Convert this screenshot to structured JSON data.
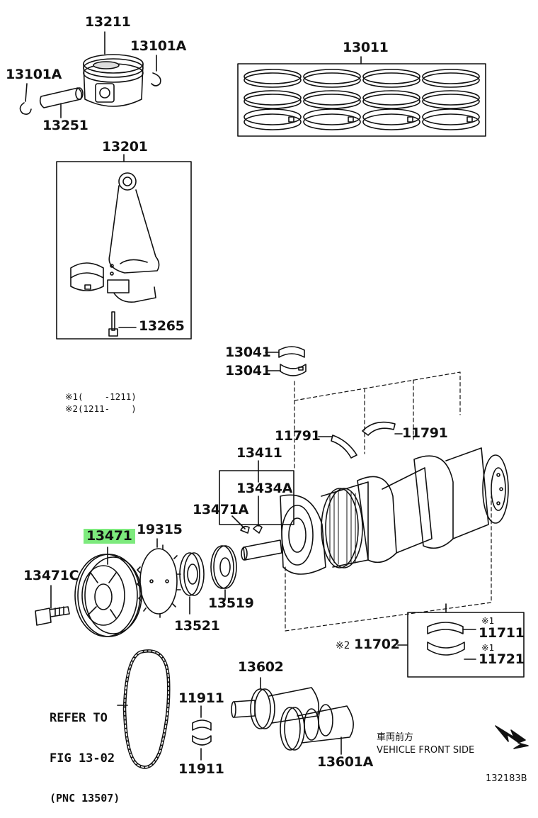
{
  "labels": {
    "p13211": "13211",
    "p13101A_right": "13101A",
    "p13101A_left": "13101A",
    "p13251": "13251",
    "p13011": "13011",
    "p13201": "13201",
    "p13265": "13265",
    "p13041_top": "13041",
    "p13041_bottom": "13041",
    "p11791_left": "11791",
    "p11791_right": "11791",
    "p13411": "13411",
    "p13434A": "13434A",
    "p13471A": "13471A",
    "p13471": "13471",
    "p19315": "19315",
    "p13471C": "13471C",
    "p13521": "13521",
    "p13519": "13519",
    "p11702": "11702",
    "p11711": "11711",
    "p11721": "11721",
    "p13602": "13602",
    "p11911_top": "11911",
    "p11911_bottom": "11911",
    "p13601A": "13601A"
  },
  "notes": {
    "note1": "※1(    -1211)",
    "note2": "※2(1211-    )",
    "mark_11702": "※2",
    "mark_11711": "※1",
    "mark_11721": "※1"
  },
  "refer": {
    "line1": "REFER TO",
    "line2": "FIG 13-02",
    "line3": "(PNC 13507)"
  },
  "footer": {
    "front_jp": "車両前方",
    "front_en": "VEHICLE FRONT SIDE",
    "figure_id": "132183B"
  },
  "highlighted_part": "13471",
  "highlight_color": "#7dea7d"
}
